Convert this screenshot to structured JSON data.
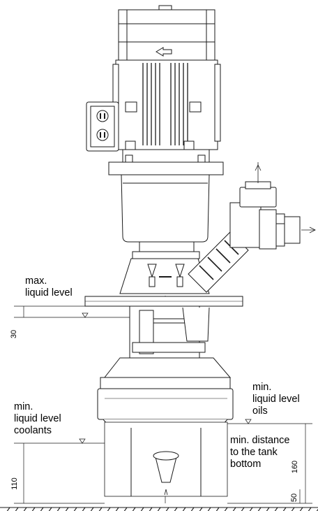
{
  "labels": {
    "max_level_line1": "max.",
    "max_level_line2": "liquid level",
    "min_coolants_line1": "min.",
    "min_coolants_line2": "liquid level",
    "min_coolants_line3": "coolants",
    "min_oils_line1": "min.",
    "min_oils_line2": "liquid level",
    "min_oils_line3": "oils",
    "tank_line1": "min. distance",
    "tank_line2": "to the tank",
    "tank_line3": "bottom"
  },
  "dimensions": {
    "d30": "30",
    "d110": "110",
    "d160": "160",
    "d50": "50"
  },
  "colors": {
    "line": "#1a1a1a",
    "fill": "#ffffff",
    "shade": "#6a6a6a"
  }
}
